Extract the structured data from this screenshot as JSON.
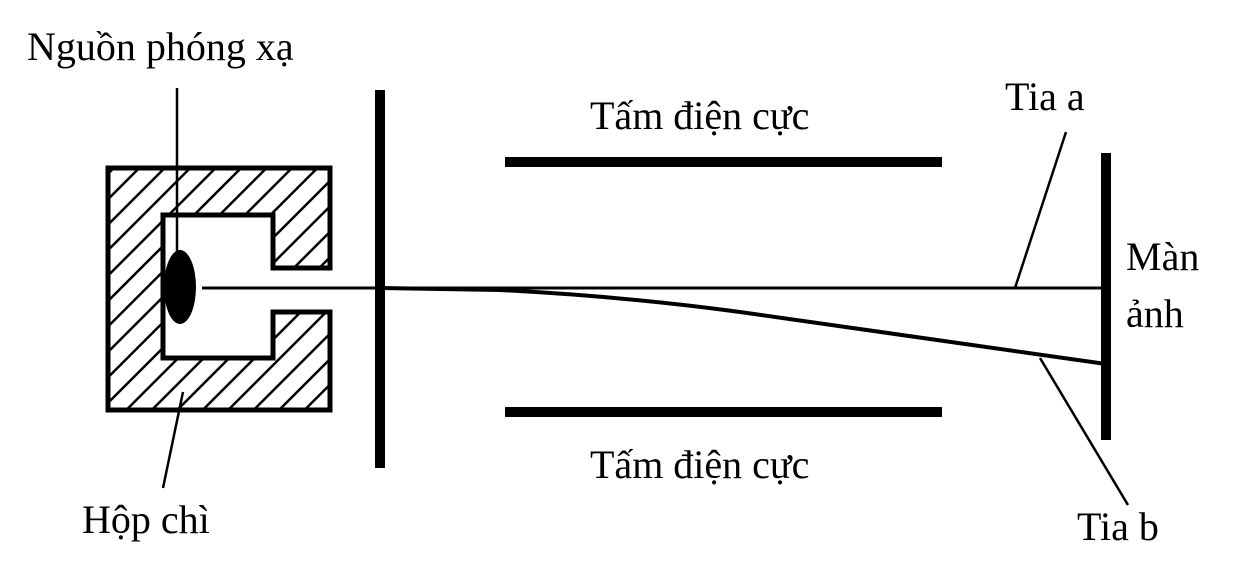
{
  "labels": {
    "source": "Nguồn phóng xạ",
    "lead_box": "Hộp chì",
    "electrode_top": "Tấm điện cực",
    "electrode_bottom": "Tấm điện cực",
    "ray_a": "Tia a",
    "ray_b": "Tia b",
    "screen_line1": "Màn",
    "screen_line2": "ảnh"
  },
  "colors": {
    "ink": "#000000",
    "background": "#ffffff"
  }
}
